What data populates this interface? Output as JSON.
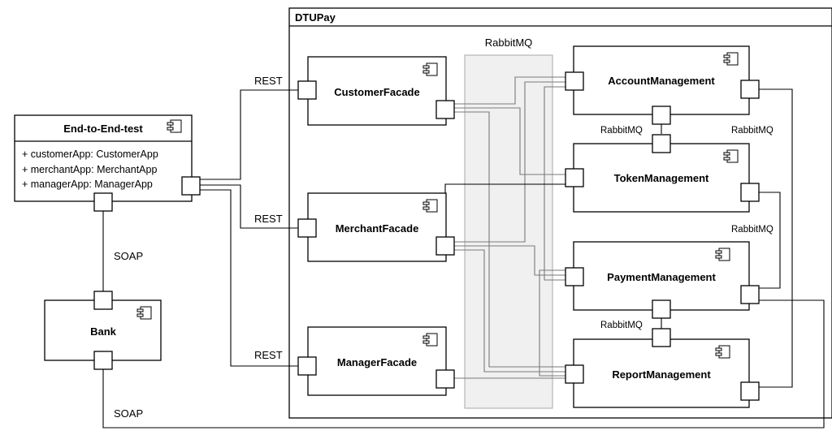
{
  "system": {
    "title": "DTUPay"
  },
  "bus": {
    "label": "RabbitMQ",
    "color": "#f0f0f0"
  },
  "test_component": {
    "title": "End-to-End-test",
    "fields": [
      "+ customerApp: CustomerApp",
      "+ merchantApp: MerchantApp",
      "+ managerApp: ManagerApp"
    ]
  },
  "components": {
    "bank": "Bank",
    "customer_facade": "CustomerFacade",
    "merchant_facade": "MerchantFacade",
    "manager_facade": "ManagerFacade",
    "account_management": "AccountManagement",
    "token_management": "TokenManagement",
    "payment_management": "PaymentManagement",
    "report_management": "ReportManagement"
  },
  "connection_labels": {
    "rest_customer": "REST",
    "rest_merchant": "REST",
    "rest_manager": "REST",
    "soap_test_bank": "SOAP",
    "soap_bank_payment": "SOAP",
    "rabbitmq_account_token": "RabbitMQ",
    "rabbitmq_account_report": "RabbitMQ",
    "rabbitmq_token_payment": "RabbitMQ",
    "rabbitmq_payment_report": "RabbitMQ"
  },
  "icons": {
    "component": "uml-component-icon",
    "port": "port-square"
  }
}
